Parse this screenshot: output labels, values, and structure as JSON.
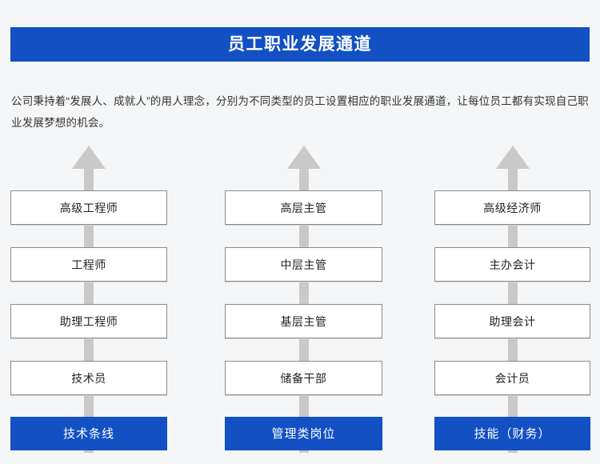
{
  "page": {
    "background_color": "#f5f6f7"
  },
  "header": {
    "title": "员工职业发展通道",
    "background_color": "#1250c4",
    "text_color": "#ffffff"
  },
  "intro": {
    "paragraph": "公司秉持着“发展人、成就人”的用人理念，分别为不同类型的员工设置相应的职业发展通道，让每位员工都有实现自己职业发展梦想的机会。"
  },
  "diagram": {
    "arrow_color": "#c9c9c9",
    "box_border_color": "#8c8c8c",
    "box_background": "#ffffff",
    "base_color": "#1250c4",
    "columns": [
      {
        "base": "技术条线",
        "levels": [
          {
            "label": "高级工程师"
          },
          {
            "label": "工程师"
          },
          {
            "label": "助理工程师"
          },
          {
            "label": "技术员"
          }
        ]
      },
      {
        "base": "管理类岗位",
        "levels": [
          {
            "label": "高层主管"
          },
          {
            "label": "中层主管"
          },
          {
            "label": "基层主管"
          },
          {
            "label": "储备干部"
          }
        ]
      },
      {
        "base": "技能（财务）",
        "levels": [
          {
            "label": "高级经济师"
          },
          {
            "label": "主办会计"
          },
          {
            "label": "助理会计"
          },
          {
            "label": "会计员"
          }
        ]
      }
    ]
  }
}
